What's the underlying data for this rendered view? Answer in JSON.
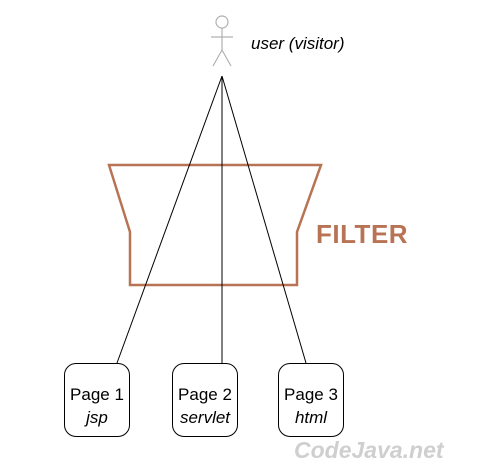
{
  "user": {
    "label": "user (visitor)",
    "icon": "stick-figure-icon",
    "icon_color": "#b0b0b0"
  },
  "filter": {
    "label": "FILTER",
    "color": "#b87355"
  },
  "pages": [
    {
      "title": "Page 1",
      "type": "jsp"
    },
    {
      "title": "Page 2",
      "type": "servlet"
    },
    {
      "title": "Page 3",
      "type": "html"
    }
  ],
  "watermark": {
    "text": "CodeJava.net",
    "color": "#cfcfcf"
  }
}
